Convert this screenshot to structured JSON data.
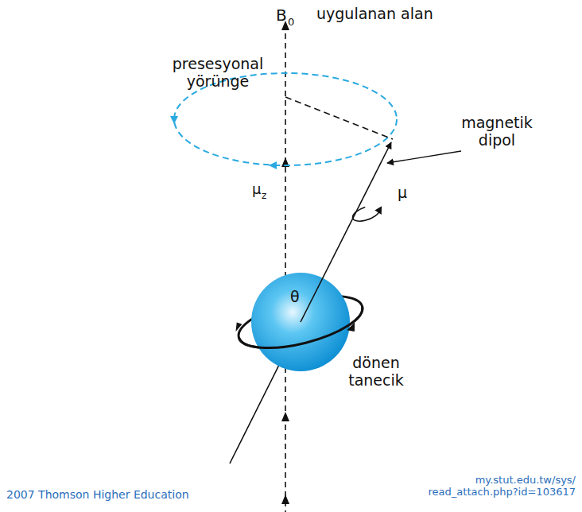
{
  "diagram": {
    "labels": [
      "B",
      "0",
      "uygulanan alan",
      "presesyonal yörünge",
      "μ",
      "z",
      "magnetik dipol",
      "μ",
      "θ",
      "dönen tanecik",
      "2007 Thomson Higher Education",
      "my.stut.edu.tw/sys/ read_attach.php?id=103617"
    ]
  }
}
